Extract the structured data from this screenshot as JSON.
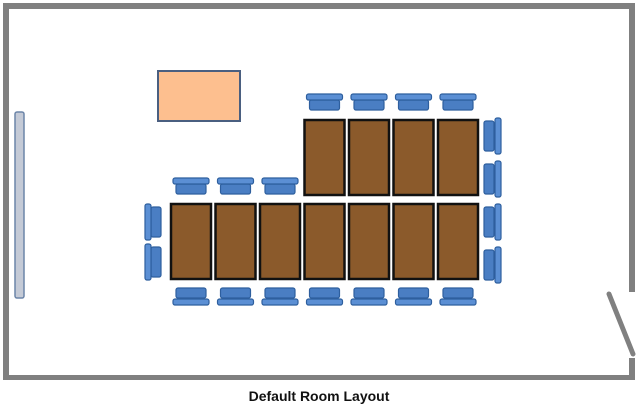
{
  "caption": "Default Room Layout",
  "colors": {
    "wall": "#808080",
    "table_fill": "#8b5a2b",
    "table_stroke": "#111111",
    "chair_fill": "#4a7ec3",
    "chair_stroke": "#2e5f9e",
    "chair_back": "#5b8fd4",
    "feature_fill": "#fdbf8f",
    "feature_stroke": "#4a5f80",
    "board_fill": "#c4cad6",
    "board_stroke": "#6c85a8"
  },
  "layout": {
    "table_rows": 2,
    "table_columns": 7,
    "tables_top_row_start_column": 3,
    "chairs_left_side": 2,
    "chairs_right_side": 4
  }
}
